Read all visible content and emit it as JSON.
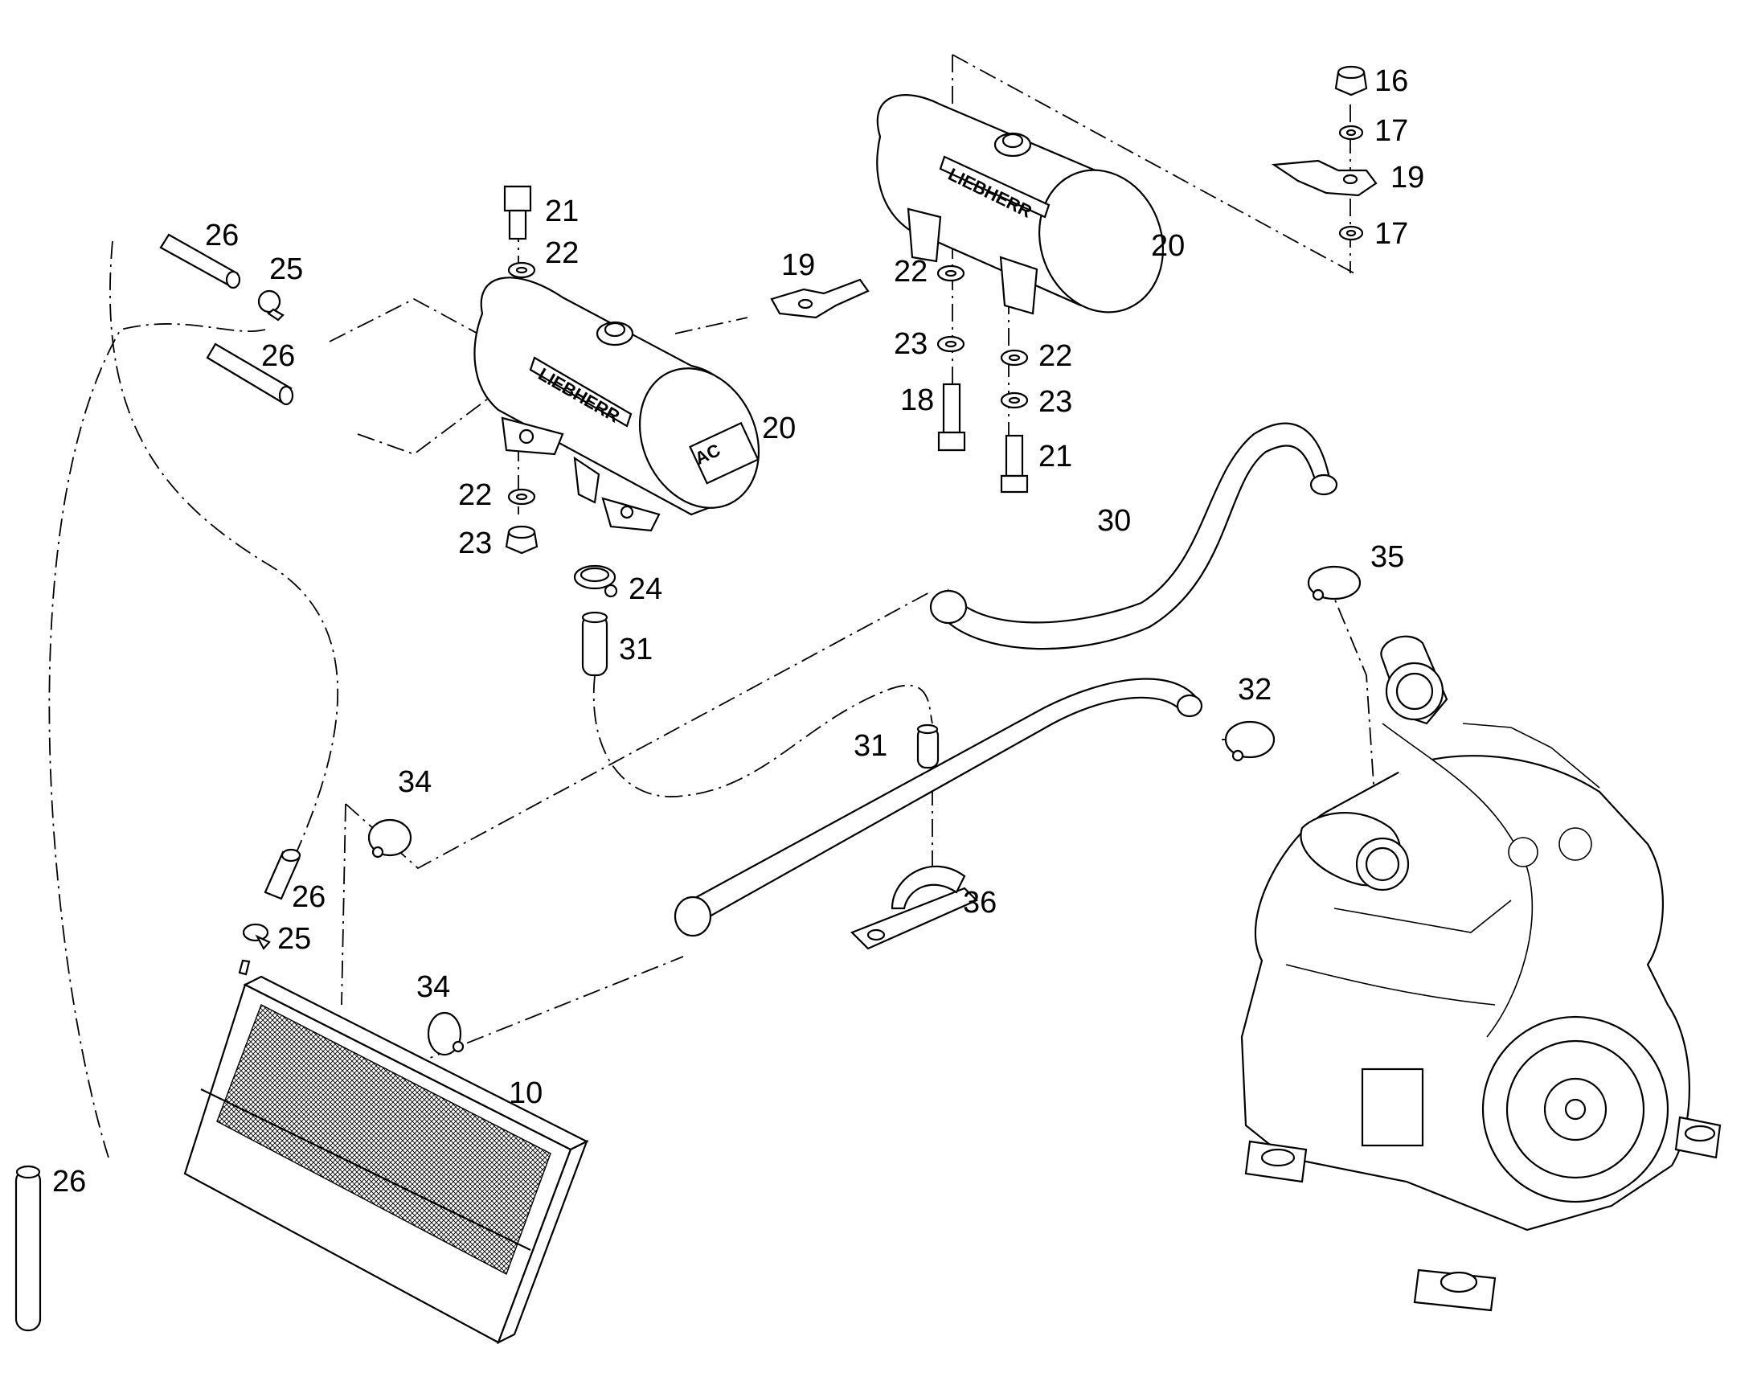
{
  "callouts": {
    "c10": "10",
    "c16": "16",
    "c17a": "17",
    "c17b": "17",
    "c18": "18",
    "c19a": "19",
    "c19b": "19",
    "c20a": "20",
    "c20b": "20",
    "c21a": "21",
    "c21b": "21",
    "c22a": "22",
    "c22b": "22",
    "c22c": "22",
    "c22d": "22",
    "c23a": "23",
    "c23b": "23",
    "c23c": "23",
    "c24": "24",
    "c25a": "25",
    "c25b": "25",
    "c26a": "26",
    "c26b": "26",
    "c26c": "26",
    "c26d": "26",
    "c30": "30",
    "c31a": "31",
    "c31b": "31",
    "c32": "32",
    "c34a": "34",
    "c34b": "34",
    "c35": "35",
    "c36": "36"
  },
  "tank_brand": "LIEBHERR"
}
